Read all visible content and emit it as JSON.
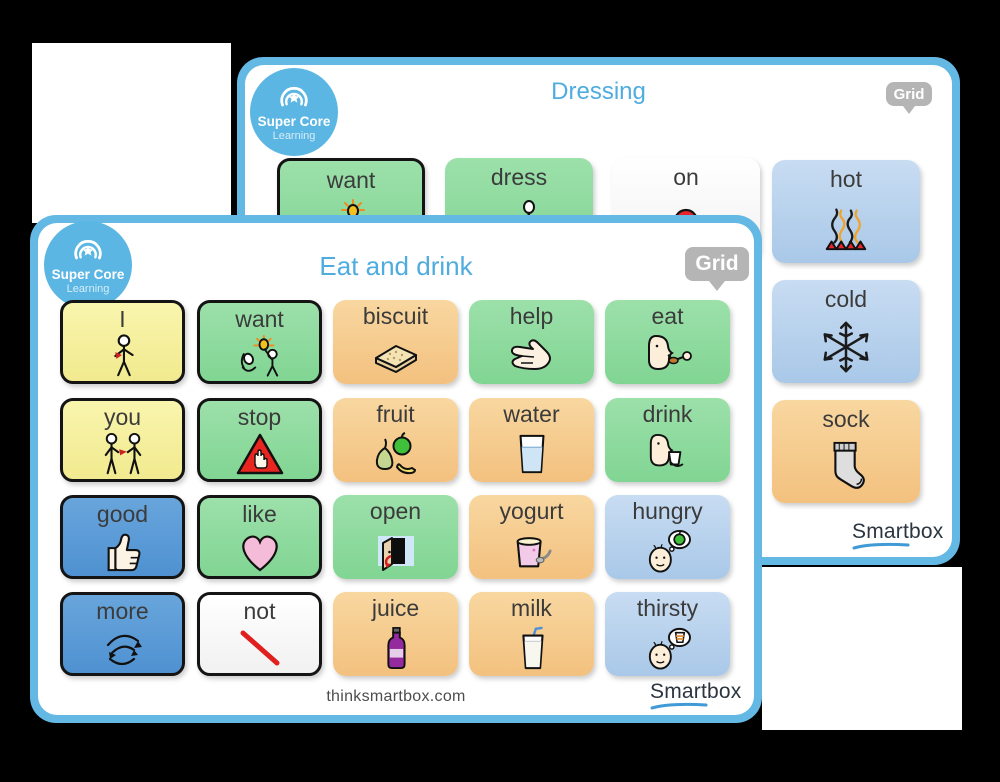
{
  "page": {
    "background": "#000000"
  },
  "back_card": {
    "title": "Dressing",
    "logo_line1": "Super Core",
    "logo_line2": "Learning",
    "grid_badge": "Grid",
    "brand": "Smartbox",
    "cells": [
      {
        "label": "want",
        "color": "#8edb9e",
        "bordered": true
      },
      {
        "label": "dress",
        "color": "#8edb9e",
        "bordered": false
      },
      {
        "label": "on",
        "color": "#fafafa",
        "bordered": false
      },
      {
        "label": "hot",
        "color": "#bad3ed",
        "bordered": false
      },
      {
        "label": "cold",
        "color": "#bad3ed",
        "bordered": false
      },
      {
        "label": "sock",
        "color": "#f6cf93",
        "bordered": false
      }
    ]
  },
  "front_card": {
    "title": "Eat and drink",
    "logo_line1": "Super Core",
    "logo_line2": "Learning",
    "grid_badge": "Grid",
    "footer_url": "thinksmartbox.com",
    "brand": "Smartbox",
    "cells": [
      {
        "label": "I",
        "color": "#f5efa0",
        "bordered": true
      },
      {
        "label": "want",
        "color": "#8edb9e",
        "bordered": true
      },
      {
        "label": "biscuit",
        "color": "#f6cf93",
        "bordered": false
      },
      {
        "label": "help",
        "color": "#8edb9e",
        "bordered": false
      },
      {
        "label": "eat",
        "color": "#8edb9e",
        "bordered": false
      },
      {
        "label": "you",
        "color": "#f5efa0",
        "bordered": true
      },
      {
        "label": "stop",
        "color": "#8edb9e",
        "bordered": true
      },
      {
        "label": "fruit",
        "color": "#f6cf93",
        "bordered": false
      },
      {
        "label": "water",
        "color": "#f6cf93",
        "bordered": false
      },
      {
        "label": "drink",
        "color": "#8edb9e",
        "bordered": false
      },
      {
        "label": "good",
        "color": "#5b9cd6",
        "bordered": true
      },
      {
        "label": "like",
        "color": "#8edb9e",
        "bordered": true
      },
      {
        "label": "open",
        "color": "#8edb9e",
        "bordered": false
      },
      {
        "label": "yogurt",
        "color": "#f6cf93",
        "bordered": false
      },
      {
        "label": "hungry",
        "color": "#bad3ed",
        "bordered": false
      },
      {
        "label": "more",
        "color": "#5b9cd6",
        "bordered": true
      },
      {
        "label": "not",
        "color": "#fafafa",
        "bordered": true
      },
      {
        "label": "juice",
        "color": "#f6cf93",
        "bordered": false
      },
      {
        "label": "milk",
        "color": "#f6cf93",
        "bordered": false
      },
      {
        "label": "thirsty",
        "color": "#bad3ed",
        "bordered": false
      }
    ]
  },
  "colors": {
    "frame_blue": "#63b9e4",
    "title_blue": "#4facdf",
    "badge_blue": "#5bb6e3",
    "grid_badge_grey": "#b5b5b5",
    "smartbox_navy": "#2b3540",
    "smartbox_swoosh_blue": "#3f9ad6"
  }
}
